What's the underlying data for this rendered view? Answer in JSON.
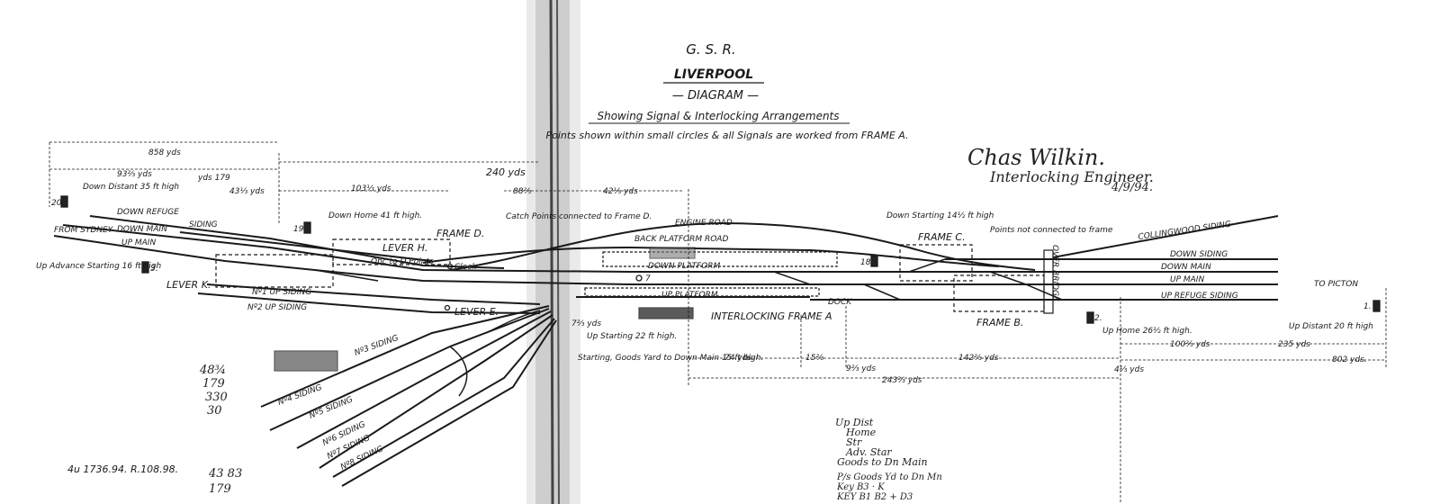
{
  "title": {
    "company": "G. S. R.",
    "station": "LIVERPOOL",
    "diagram": "— DIAGRAM —",
    "subtitle": "Showing Signal & Interlocking Arrangements",
    "note": "Points shown within small circles & all Signals are worked from FRAME A."
  },
  "signature": {
    "name": "Chas Wilkin.",
    "role": "Interlocking Engineer.",
    "date": "4/9/94."
  },
  "directions": {
    "from": "FROM SYDNEY",
    "to": "TO PICTON"
  },
  "tracks": {
    "engine_road": "ENGINE ROAD",
    "back_platform_road": "BACK PLATFORM ROAD",
    "down_platform": "DOWN PLATFORM",
    "up_platform": "UP PLATFORM",
    "collingwood_siding": "COLLINGWOOD SIDING",
    "down_siding": "DOWN SIDING",
    "down_main_right": "DOWN MAIN",
    "up_main_right": "UP MAIN",
    "up_refuge_siding": "UP REFUGE SIDING",
    "down_refuge": "DOWN REFUGE",
    "down_main_left": "DOWN MAIN",
    "up_main_left": "UP MAIN",
    "siding_left": "SIDING",
    "no1_up_siding": "Nº1 UP SIDING",
    "no2_up_siding": "Nº2 UP SIDING",
    "no3_siding": "Nº3 SIDING",
    "no4_siding": "Nº4 SIDING",
    "no5_siding": "Nº5 SIDING",
    "no6_siding": "Nº6 SIDING",
    "no7_siding": "Nº7 SIDING",
    "no8_siding": "Nº8 SIDING",
    "dock": "DOCK",
    "over_bridge": "OVER BRIDGE"
  },
  "frames": {
    "d": "FRAME D.",
    "c": "FRAME C.",
    "b": "FRAME B.",
    "a": "INTERLOCKING FRAME A",
    "lever_h": "LEVER H.",
    "lever_k": "LEVER K.",
    "lever_e": "LEVER E."
  },
  "signals": {
    "down_distant": "Down Distant 35 ft high",
    "down_home": "Down Home 41 ft high.",
    "up_advance": "Up Advance Starting 16 ft high",
    "down_starting": "Down Starting 14½ ft high",
    "up_starting": "Up Starting 22 ft high.",
    "goods_yard": "Starting, Goods Yard to Down Main 15 ft high.",
    "up_home": "Up Home 26½ ft high.",
    "up_distant": "Up Distant 20 ft high",
    "catch_points": "Catch Points connected to Frame D.",
    "points_not_connected": "Points not connected to frame",
    "clock": "Clock",
    "obc": "Obc to D Points"
  },
  "signal_numbers": {
    "s20": "20.",
    "s19": "19",
    "s3": "3.",
    "s18": "18.",
    "s2": "2.",
    "s1": "1.",
    "s7": "7"
  },
  "dimensions": {
    "d858": "858 yds",
    "d93": "93⅔ yds",
    "d179": "yds 179",
    "d43": "43⅓ yds",
    "d103": "103⅓ yds",
    "d240": "240 yds",
    "d88": "88⅔",
    "d42": "42⅓ yds",
    "d7": "7⅔ yds",
    "d74": "74 yds",
    "d15": "15⅔",
    "d9": "9⅔ yds",
    "d142": "142⅔ yds",
    "d243": "243⅔ yds",
    "d100": "100⅔ yds",
    "d235": "235 yds",
    "d802": "802 yds.",
    "d4": "4⅓ yds"
  },
  "reference": "4u 1736.94. R.108.98.",
  "handwritten_left": [
    "48¾",
    "179",
    "330",
    "30"
  ],
  "handwritten_bottom": [
    "43 83",
    "179"
  ],
  "handwritten_notes": [
    "Up Dist",
    "Home",
    "Str",
    "Adv. Star",
    "Goods to Dn Main",
    "P/s Goods Yd to Dn Mn",
    "Key B3 · K",
    "KEY B1 B2 + D3"
  ]
}
